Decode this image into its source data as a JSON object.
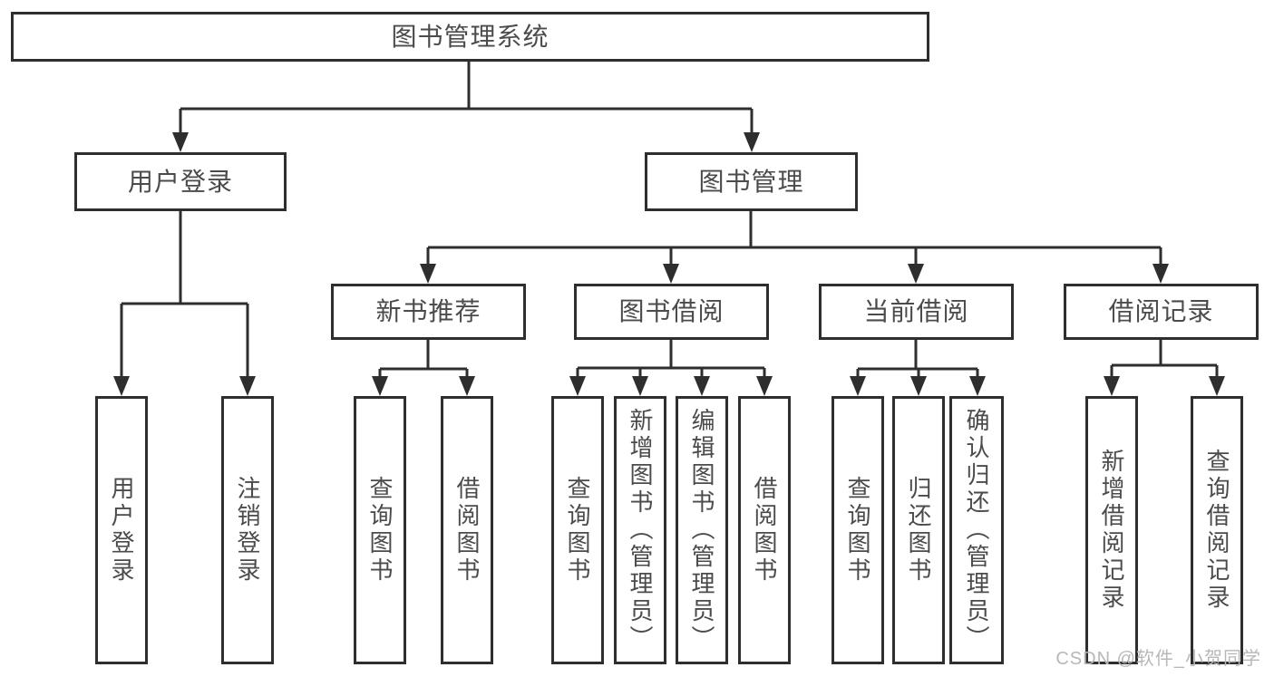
{
  "tree": {
    "root": {
      "label": "图书管理系统"
    },
    "user_login": {
      "label": "用户登录",
      "children": [
        {
          "label": "用户登录"
        },
        {
          "label": "注销登录"
        }
      ]
    },
    "book_management": {
      "label": "图书管理",
      "children": [
        {
          "label": "新书推荐",
          "children": [
            {
              "label": "查询图书"
            },
            {
              "label": "借阅图书"
            }
          ]
        },
        {
          "label": "图书借阅",
          "children": [
            {
              "label": "查询图书"
            },
            {
              "label": "新增图书（管理员）"
            },
            {
              "label": "编辑图书（管理员）"
            },
            {
              "label": "借阅图书"
            }
          ]
        },
        {
          "label": "当前借阅",
          "children": [
            {
              "label": "查询图书"
            },
            {
              "label": "归还图书"
            },
            {
              "label": "确认归还（管理员）"
            }
          ]
        },
        {
          "label": "借阅记录",
          "children": [
            {
              "label": "新增借阅记录"
            },
            {
              "label": "查询借阅记录"
            }
          ]
        }
      ]
    }
  },
  "watermark": "CSDN @软件_小贺同学",
  "colors": {
    "line": "#2e2e2e",
    "text": "#4b4b4b",
    "watermark": "#b7b7b7",
    "background": "#ffffff"
  }
}
